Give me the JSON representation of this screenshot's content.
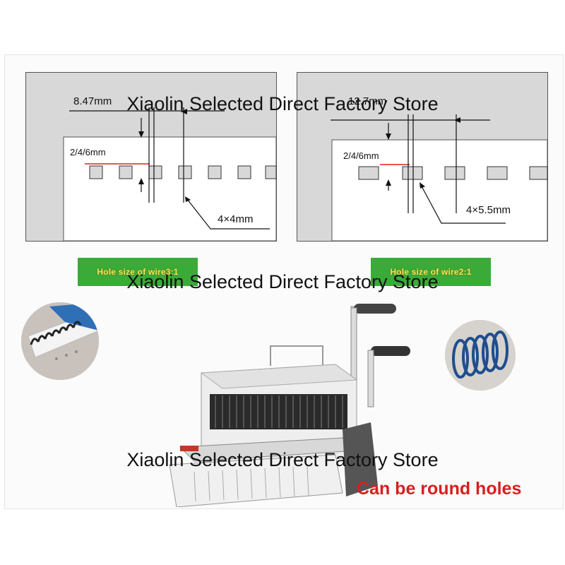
{
  "diagram_left": {
    "pitch_label": "8.47mm",
    "margin_label": "2/4/6mm",
    "hole_label": "4×4mm",
    "caption": "Hole size of wire3:1"
  },
  "diagram_right": {
    "pitch_label": "12.7mm",
    "margin_label": "2/4/6mm",
    "hole_label": "4×5.5mm",
    "caption": "Hole size of wire2:1"
  },
  "watermark": {
    "text": "Xiaolin Selected Direct Factory Store"
  },
  "round_note": "Can be round holes",
  "colors": {
    "diagram_gray": "#d8d8d8",
    "caption_green": "#3aaa38",
    "caption_text": "#f7e25a",
    "note_red": "#d6201f"
  }
}
